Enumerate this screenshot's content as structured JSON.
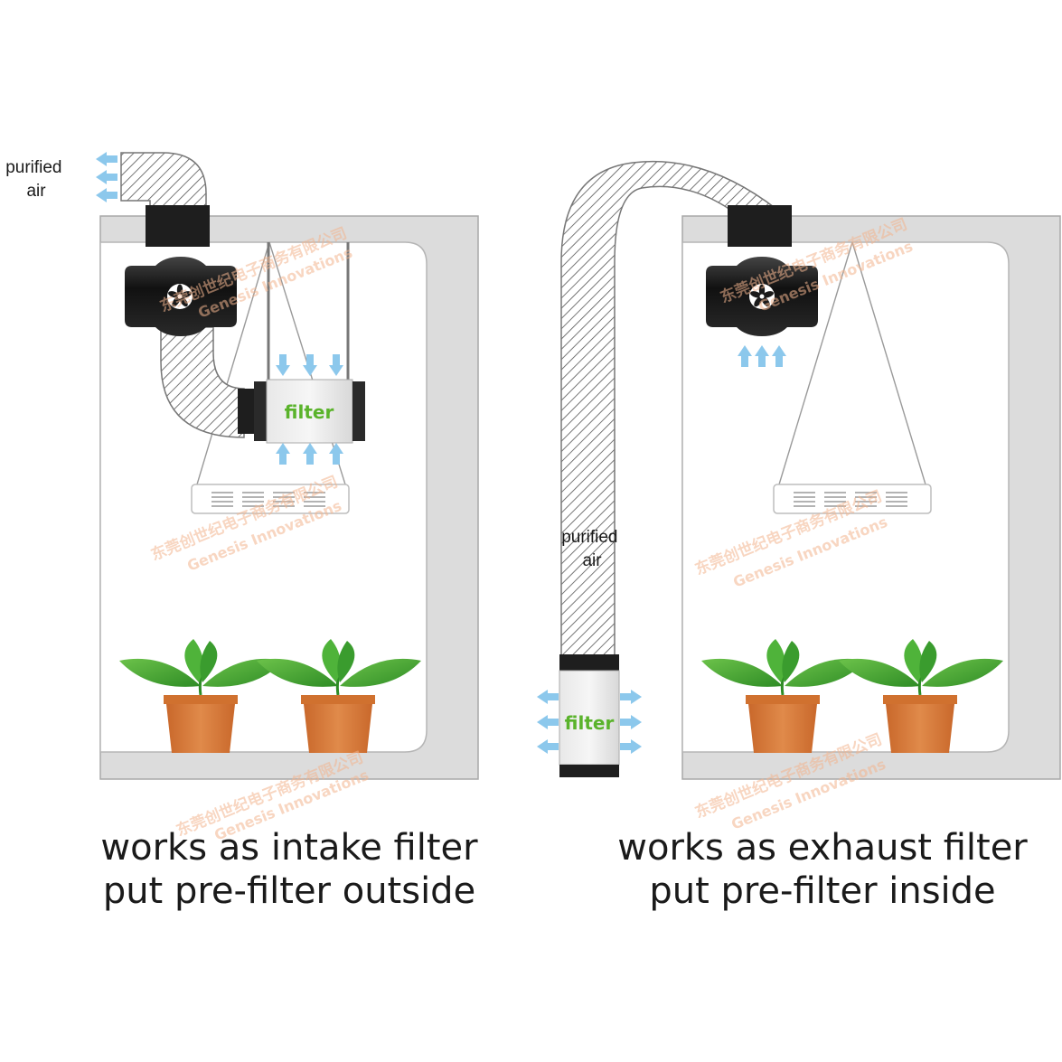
{
  "left_panel": {
    "purified_air_label": [
      "purified",
      "air"
    ],
    "filter_label": "filter",
    "caption": [
      "works as intake filter",
      "put pre-filter outside"
    ]
  },
  "right_panel": {
    "purified_air_label": [
      "purified",
      "air"
    ],
    "filter_label": "filter",
    "caption": [
      "works as exhaust filter",
      "put pre-filter inside"
    ]
  },
  "watermark": {
    "cn": "东莞创世纪电子商务有限公司",
    "en": "Genesis Innovations"
  },
  "icons": [
    "fan-icon",
    "plant-icon",
    "arrow-icon",
    "grow-light-icon"
  ],
  "colors": {
    "tent_frame": "#dcdcdc",
    "tent_inner": "#ffffff",
    "fan_body": "#1e1e1e",
    "arrow": "#8cc8ec",
    "filter_text": "#5ab32b",
    "pot": "#d97736",
    "leaf": "#3fa630",
    "watermark": "#f2b48f"
  }
}
